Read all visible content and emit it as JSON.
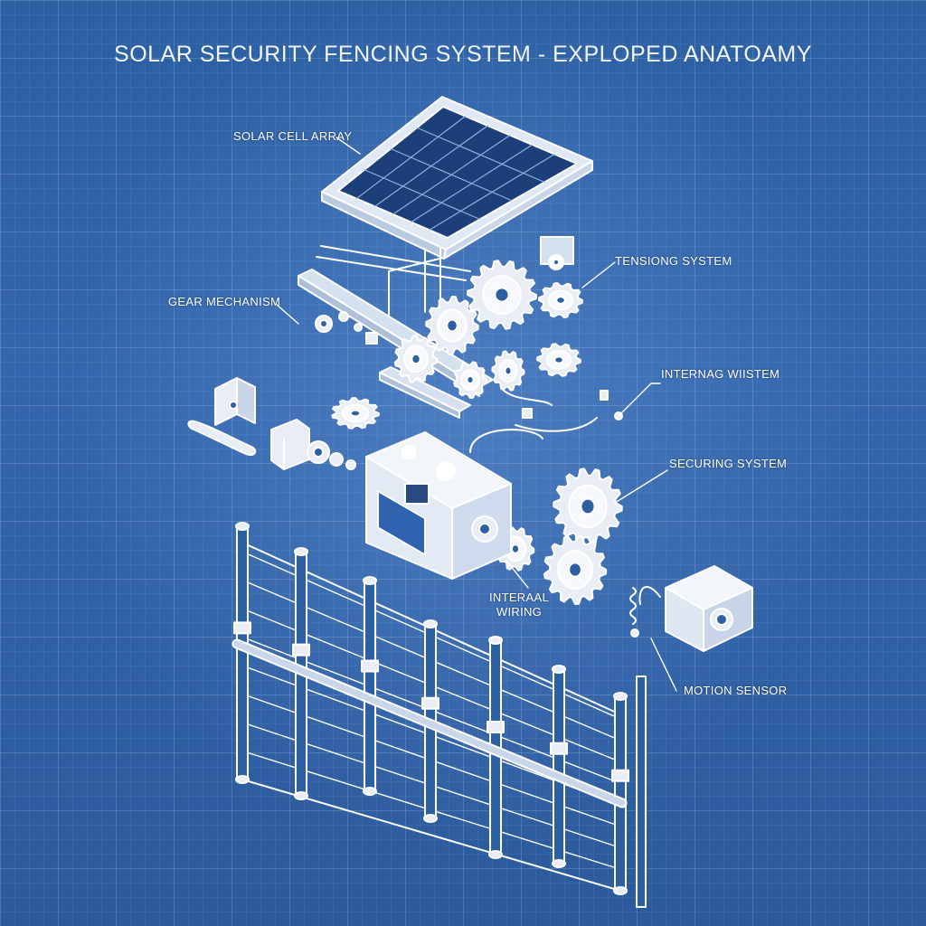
{
  "title": "SOLAR SECURITY FENCING SYSTEM - EXPLOPED ANATOAMY",
  "labels": {
    "solar_cell_array": "SOLAR CELL ARRAY",
    "tensioning_system": "TENSIONG SYSTEM",
    "gear_mechanism": "GEAR MECHANISM",
    "internag_wiistem": "INTERNAG WIISTEM",
    "securing_system": "SECURING SYSTEM",
    "internal_wiring_1": "INTERAAL",
    "internal_wiring_2": "WIRING",
    "motion_sensor": "MOTION SENSOR"
  },
  "colors": {
    "background": "#2d5fa3",
    "line": "#ffffff",
    "panel_cell": "#1c3f7a",
    "box": "#e9eef6"
  }
}
